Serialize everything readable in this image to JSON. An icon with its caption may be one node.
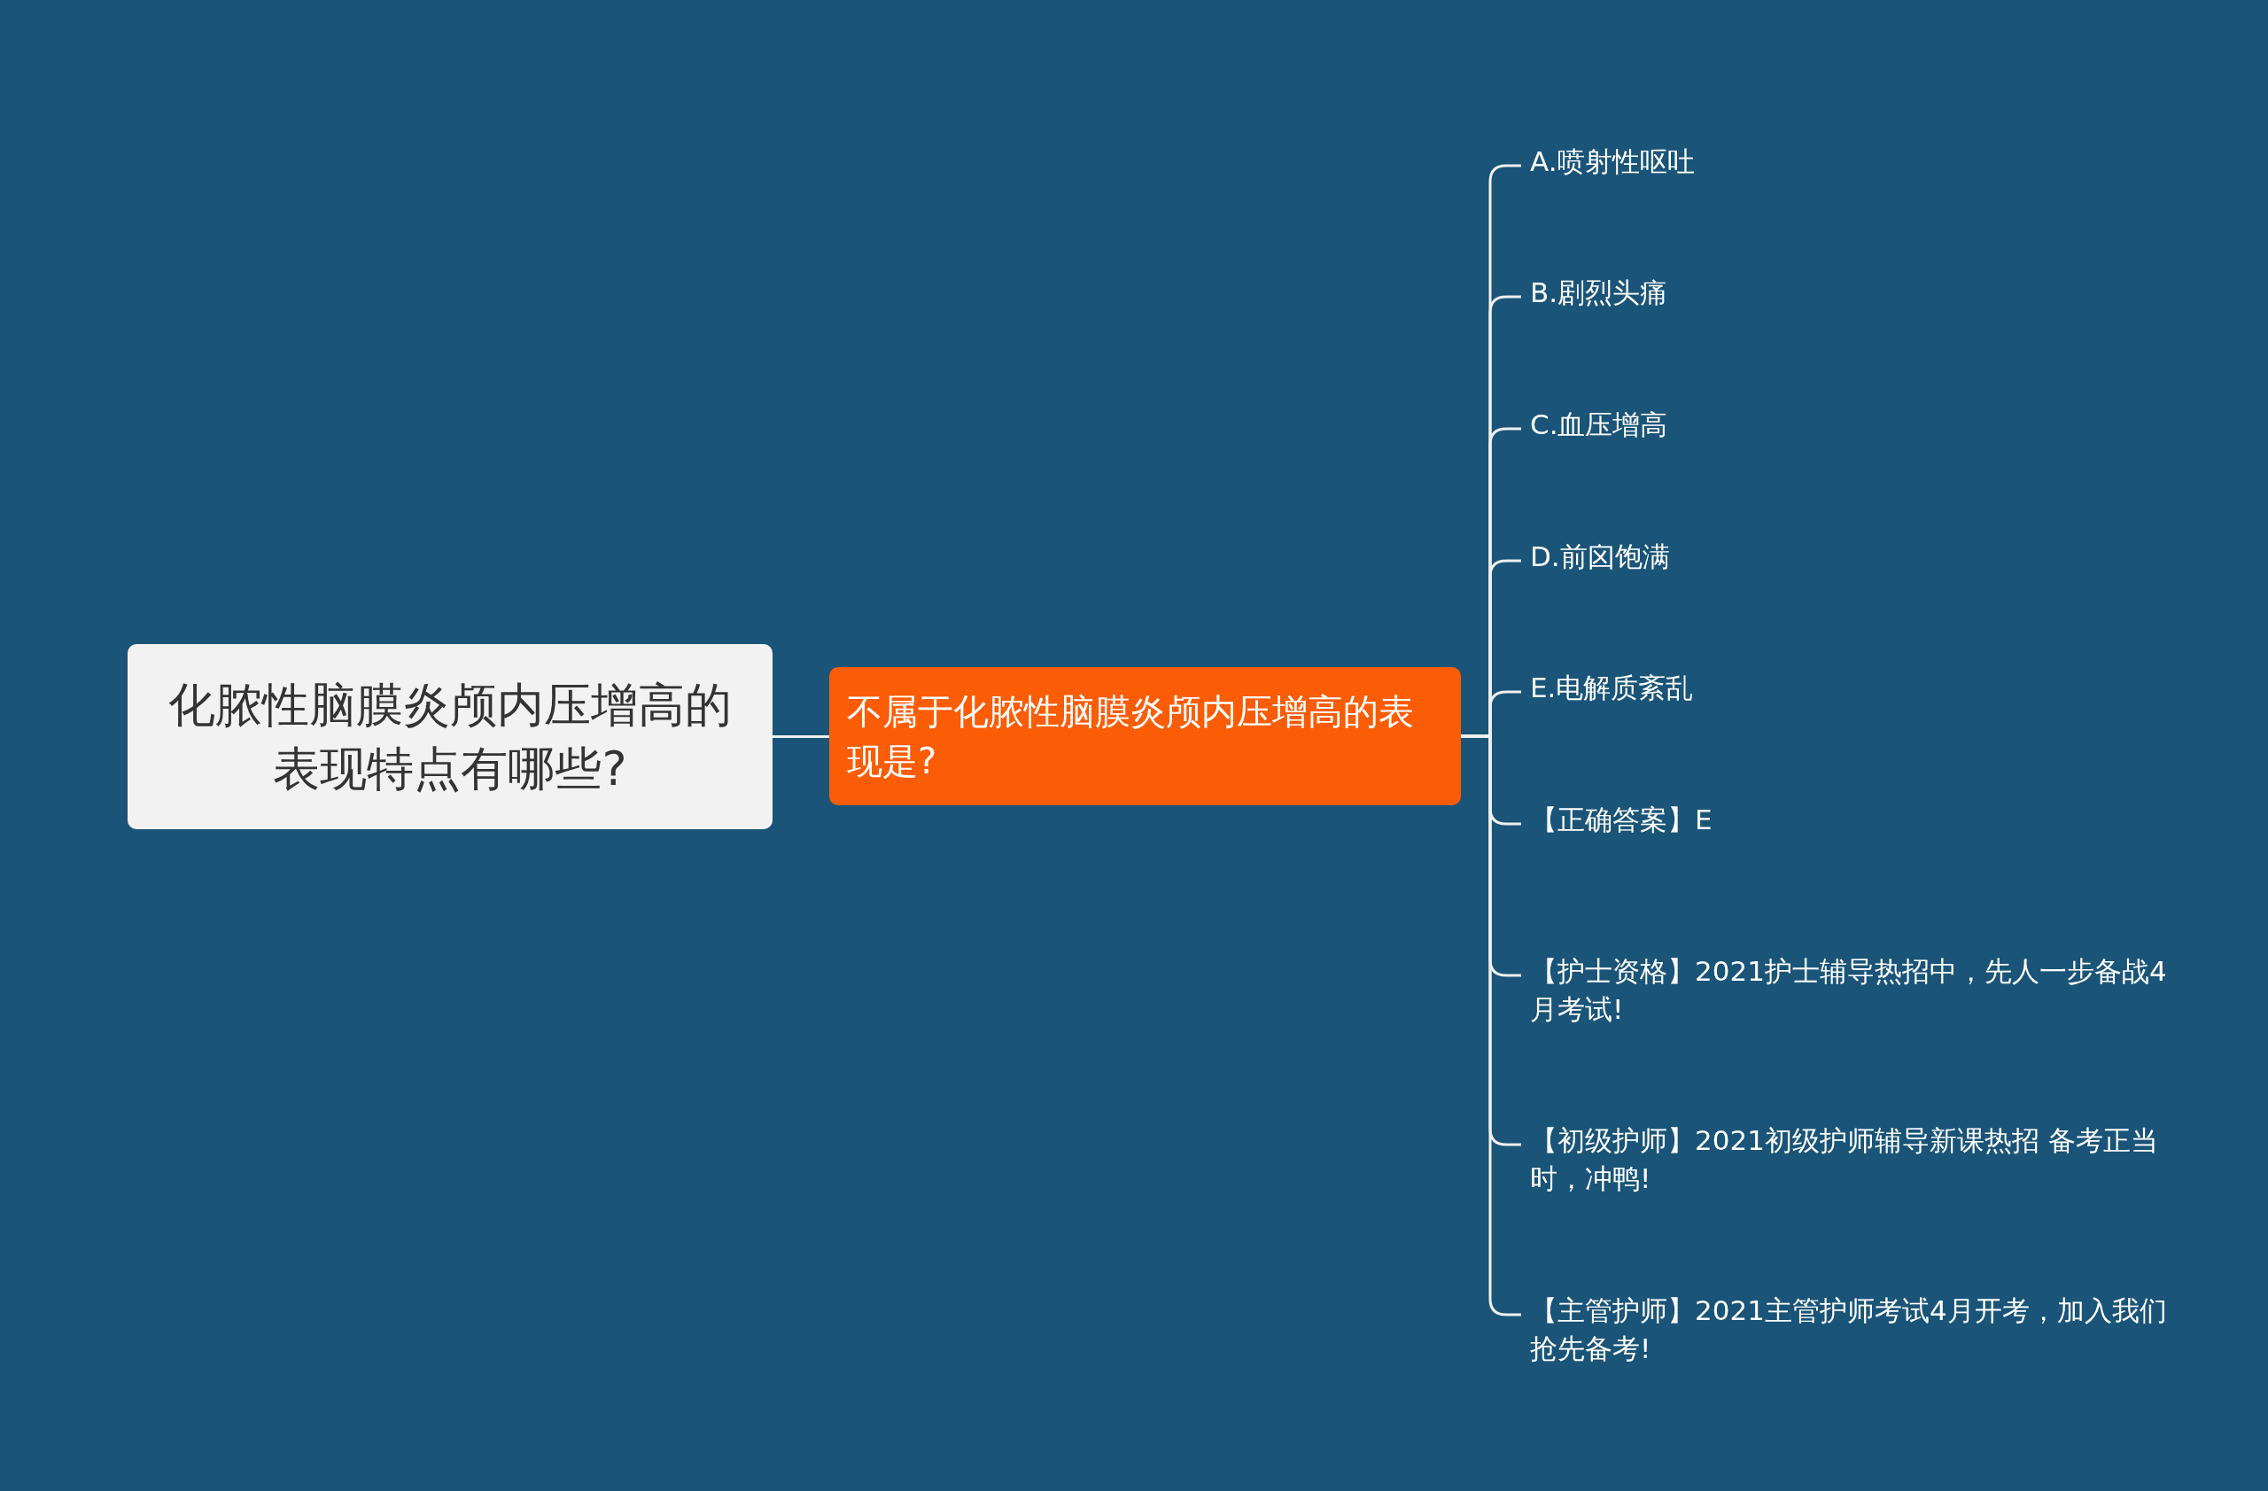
{
  "diagram": {
    "nodes": [
      {
        "text": [
          "化脓性脑膜炎颅内压增高的表现特点有哪些?"
        ]
      },
      {
        "text": [
          "不属于化脓性脑膜炎颅内压增高的表现是?"
        ]
      },
      {
        "text": [
          "A.喷射性呕吐"
        ]
      },
      {
        "text": [
          "B.剧烈头痛"
        ]
      },
      {
        "text": [
          "C.血压增高"
        ]
      },
      {
        "text": [
          "D.前囟饱满"
        ]
      },
      {
        "text": [
          "E.电解质紊乱"
        ]
      },
      {
        "text": [
          "【正确答案】E"
        ]
      },
      {
        "text": [
          "【护士资格】2021护士辅导热招中，先人一步备战4月考试!"
        ]
      },
      {
        "text": [
          "【初级护师】2021初级护师辅导新课热招 备考正当时，冲鸭!"
        ]
      },
      {
        "text": [
          "【主管护师】2021主管护师考试4月开考，加入我们抢先备考!"
        ]
      }
    ],
    "edges": [
      {
        "from": 0,
        "to": 1,
        "arrow": "none"
      },
      {
        "from": 1,
        "to": 2,
        "arrow": "none"
      },
      {
        "from": 1,
        "to": 3,
        "arrow": "none"
      },
      {
        "from": 1,
        "to": 4,
        "arrow": "none"
      },
      {
        "from": 1,
        "to": 5,
        "arrow": "none"
      },
      {
        "from": 1,
        "to": 6,
        "arrow": "none"
      },
      {
        "from": 1,
        "to": 7,
        "arrow": "none"
      },
      {
        "from": 1,
        "to": 8,
        "arrow": "none"
      },
      {
        "from": 1,
        "to": 9,
        "arrow": "none"
      },
      {
        "from": 1,
        "to": 10,
        "arrow": "none"
      }
    ]
  }
}
